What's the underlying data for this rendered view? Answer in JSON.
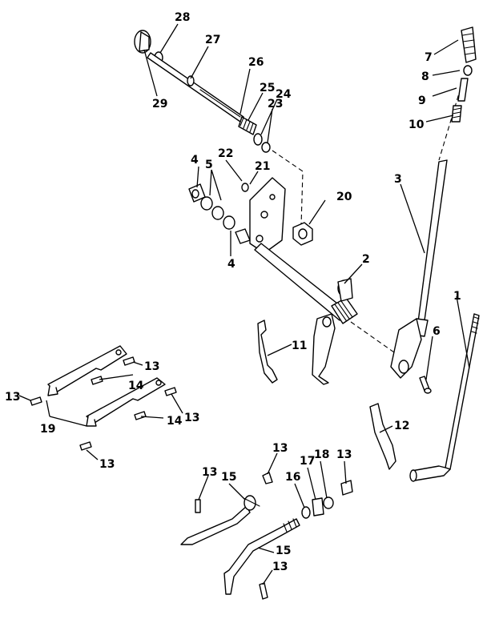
{
  "callouts": {
    "c1": "1",
    "c2": "2",
    "c3": "3",
    "c4a": "4",
    "c4b": "4",
    "c5": "5",
    "c6": "6",
    "c7": "7",
    "c8": "8",
    "c9": "9",
    "c10": "10",
    "c11": "11",
    "c12": "12",
    "c13a": "13",
    "c13b": "13",
    "c13c": "13",
    "c13d": "13",
    "c13e": "13",
    "c13f": "13",
    "c13g": "13",
    "c13h": "13",
    "c14a": "14",
    "c14b": "14",
    "c15a": "15",
    "c15b": "15",
    "c16": "16",
    "c17": "17",
    "c18": "18",
    "c19": "19",
    "c20": "20",
    "c21": "21",
    "c22": "22",
    "c23": "23",
    "c24": "24",
    "c25": "25",
    "c26": "26",
    "c27": "27",
    "c28": "28",
    "c29": "29"
  }
}
